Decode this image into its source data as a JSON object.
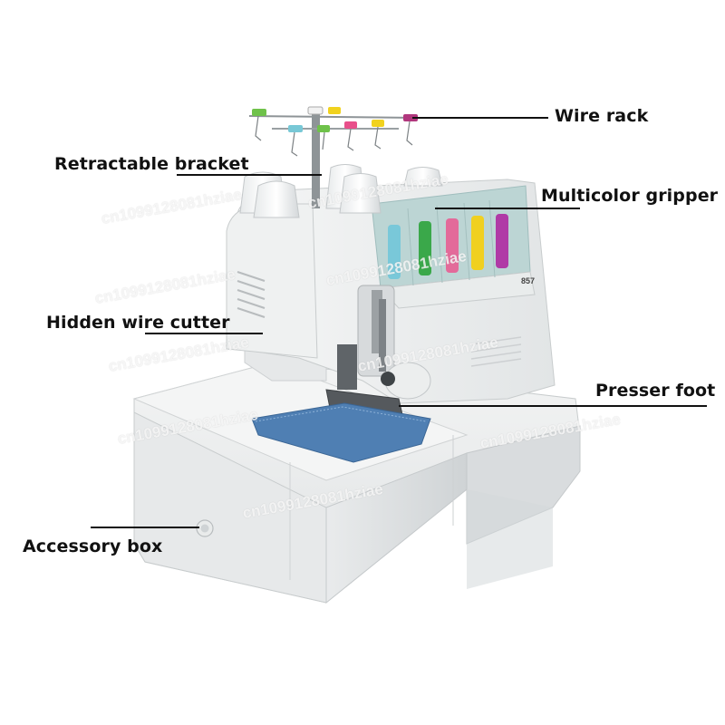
{
  "labels": {
    "wire_rack": "Wire rack",
    "retractable_bracket": "Retractable bracket",
    "multicolor_gripper": "Multicolor gripper",
    "hidden_wire_cutter": "Hidden wire cutter",
    "presser_foot": "Presser foot",
    "accessory_box": "Accessory box"
  },
  "model_number": "857",
  "watermark": "cn1099128081hziae",
  "colors": {
    "machine_body": "#eceeee",
    "machine_shadow": "#c9cdcf",
    "panel_teal": "#b9d3d2",
    "fabric": "#4f7fb3",
    "thread_colors": [
      "#79c8d9",
      "#3aa84a",
      "#e36a9a",
      "#f0d020",
      "#b03aa6"
    ],
    "rack_clip_colors": [
      "#6fc24a",
      "#f2f2f2",
      "#f1d21e",
      "#78c8d6",
      "#6fc24a",
      "#e84f8a",
      "#f1d21e",
      "#b1377d"
    ]
  }
}
